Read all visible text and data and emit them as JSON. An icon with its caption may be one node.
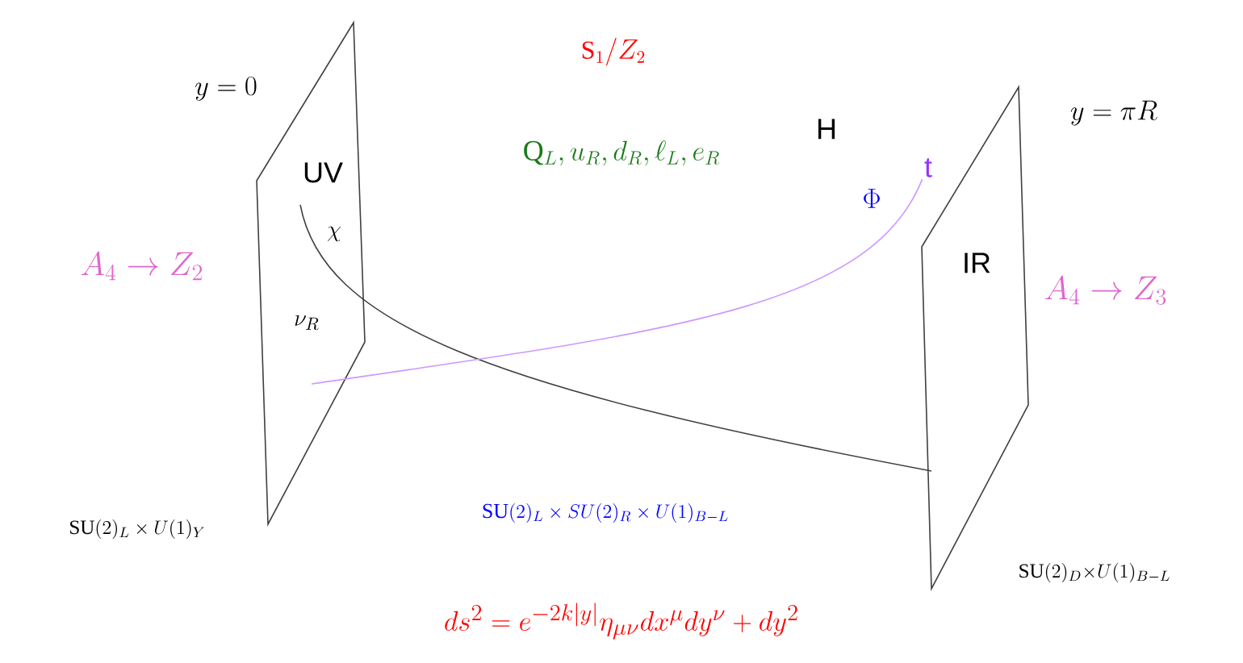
{
  "diagram": {
    "nodes": [
      {
        "text": [
          "UV"
        ],
        "beside": [
          "y = 0",
          "A_4 \\to Z_2",
          "\\mathrm{SU}(2)_L \\times U(1)_Y"
        ]
      },
      {
        "text": [
          "IR"
        ],
        "beside": [
          "y = \\pi R",
          "A_4 \\to Z_3",
          "\\mathrm{SU}(2)_D {\\times} U(1)_{B-L}"
        ]
      },
      {
        "text": [
          "t"
        ]
      }
    ],
    "edges": [
      {
        "from": 0,
        "to": 1,
        "arrow": "none"
      },
      {
        "from": 0,
        "to": 2,
        "arrow": "none",
        "color": "#cc99ff"
      }
    ],
    "labels": [
      "\\mathrm{S}_1/Z_2",
      "\\mathrm{Q}_L, u_R, d_R, \\ell_L, e_R",
      "H",
      "\\Phi",
      "\\chi",
      "\\nu_R",
      "\\mathrm{SU}(2)_L \\times SU(2)_R \\times U(1)_{B-L}",
      "ds^2 = e^{-2k|y|}\\eta_{\\mu\\nu}dx^\\mu dy^\\nu + dy^2"
    ]
  }
}
